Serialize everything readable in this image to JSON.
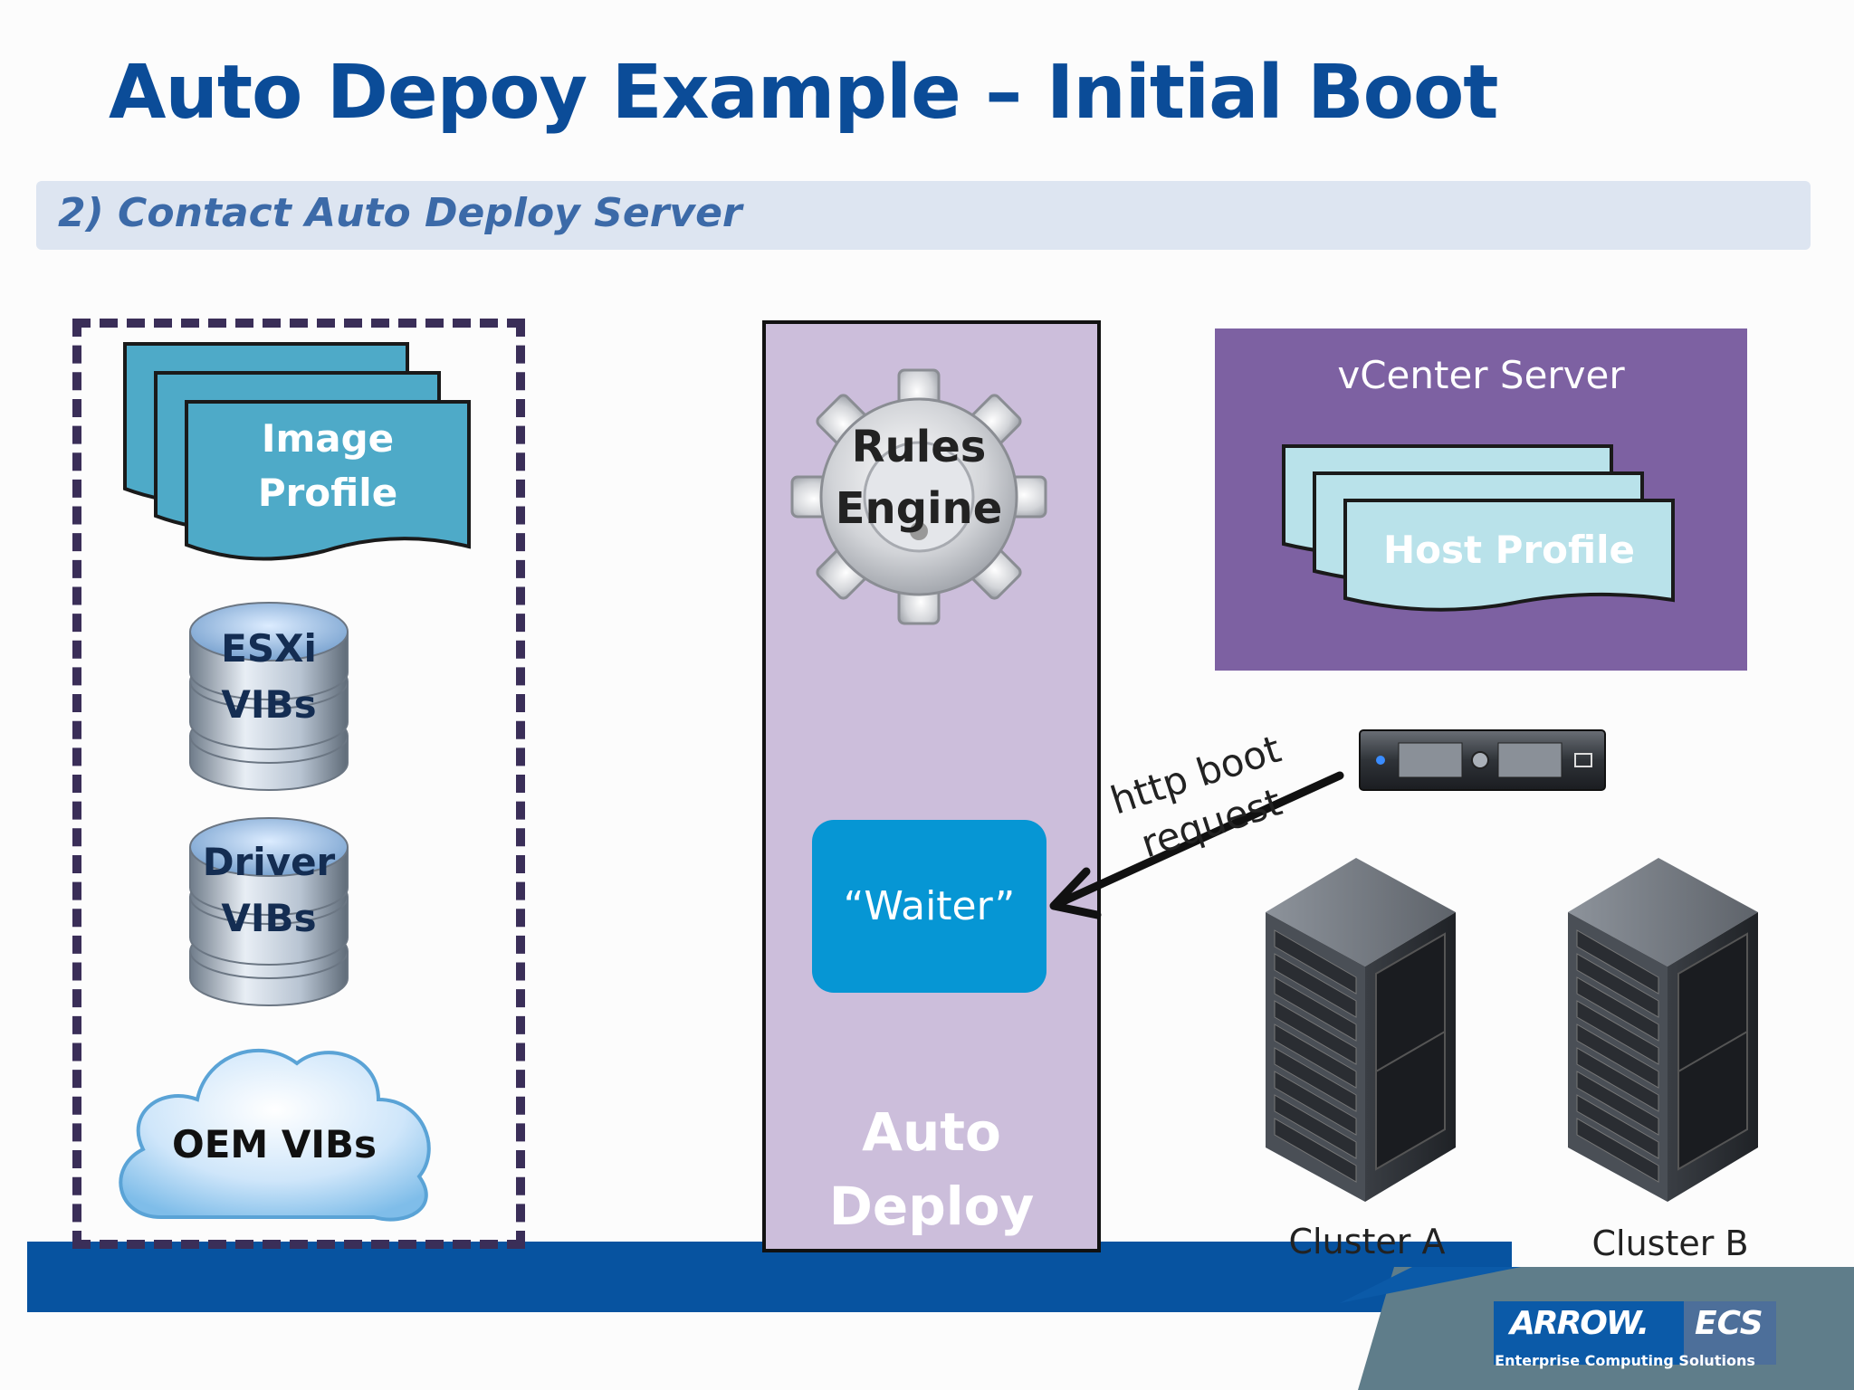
{
  "title": "Auto Depoy Example  – Initial Boot",
  "subtitle": "2) Contact Auto Deploy Server",
  "repository": {
    "image_profile": {
      "line1": "Image",
      "line2": "Profile"
    },
    "esxi_vibs": {
      "line1": "ESXi",
      "line2": "VIBs"
    },
    "driver_vibs": {
      "line1": "Driver",
      "line2": "VIBs"
    },
    "oem_vibs": "OEM VIBs"
  },
  "auto_deploy": {
    "rules_engine": {
      "line1": "Rules",
      "line2": "Engine"
    },
    "waiter": "“Waiter”",
    "label": {
      "line1": "Auto",
      "line2": "Deploy"
    }
  },
  "vcenter": {
    "title": "vCenter Server",
    "host_profile": "Host Profile"
  },
  "boot_request": {
    "line1": "http boot",
    "line2": "request"
  },
  "clusters": [
    {
      "label": "Cluster A"
    },
    {
      "label": "Cluster B"
    }
  ],
  "logo": {
    "brand": "ARROW.",
    "product": "ECS",
    "tagline": "Enterprise Computing Solutions"
  },
  "colors": {
    "title": "#0b4c98",
    "subtitle_bar": "#dde5f1",
    "image_profile": "#4eaac8",
    "host_profile": "#b9e2ea",
    "vcenter": "#7d61a2",
    "auto_deploy": "#ccbedb",
    "waiter": "#0696d4",
    "bottom_band": "#0753a0"
  }
}
